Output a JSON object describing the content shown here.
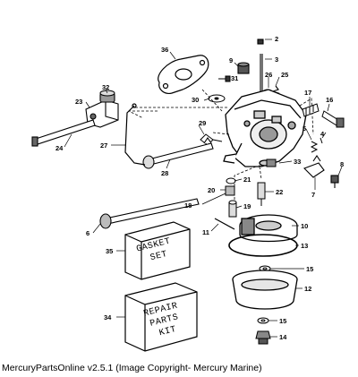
{
  "caption": "MercuryPartsOnline v2.5.1 (Image Copyright- Mercury Marine)",
  "box_labels": {
    "gasket": [
      "GASKET",
      "SET"
    ],
    "repair": [
      "REPAIR",
      "PARTS",
      "KIT"
    ]
  },
  "callouts": {
    "c2": "2",
    "c3": "3",
    "c4": "4",
    "c5": "5",
    "c6": "6",
    "c7": "7",
    "c8": "8",
    "c9": "9",
    "c10": "10",
    "c11": "11",
    "c12": "12",
    "c13": "13",
    "c14": "14",
    "c15a": "15",
    "c15b": "15",
    "c16": "16",
    "c17": "17",
    "c18": "18",
    "c19": "19",
    "c20": "20",
    "c21": "21",
    "c22": "22",
    "c23": "23",
    "c24": "24",
    "c25": "25",
    "c26": "26",
    "c27": "27",
    "c28": "28",
    "c29": "29",
    "c30": "30",
    "c31": "31",
    "c32": "32",
    "c33": "33",
    "c34": "34",
    "c35": "35",
    "c36": "36"
  }
}
